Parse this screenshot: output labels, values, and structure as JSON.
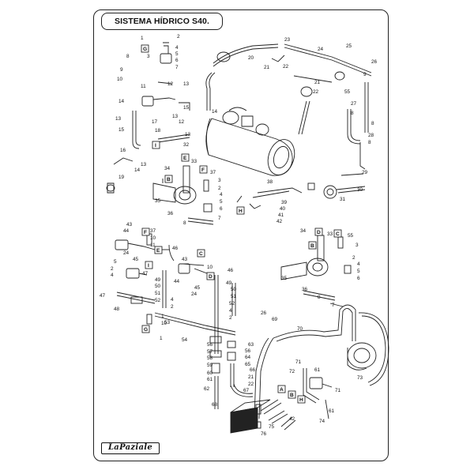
{
  "document": {
    "title": "SISTEMA HÍDRICO S40.",
    "logo_text": "LaPaziale"
  },
  "callouts": [
    {
      "id": "c1",
      "n": "1"
    },
    {
      "id": "c2",
      "n": "2"
    },
    {
      "id": "c3",
      "n": "3"
    },
    {
      "id": "c4",
      "n": "4"
    },
    {
      "id": "c5",
      "n": "5"
    },
    {
      "id": "c6",
      "n": "6"
    },
    {
      "id": "c7",
      "n": "7"
    },
    {
      "id": "c8",
      "n": "8"
    },
    {
      "id": "c9",
      "n": "9"
    },
    {
      "id": "c10",
      "n": "10"
    },
    {
      "id": "c11",
      "n": "11"
    },
    {
      "id": "c12",
      "n": "12"
    },
    {
      "id": "c13",
      "n": "13"
    },
    {
      "id": "c14",
      "n": "14"
    },
    {
      "id": "c15",
      "n": "15"
    },
    {
      "id": "c16",
      "n": "16"
    },
    {
      "id": "c17",
      "n": "17"
    },
    {
      "id": "c18",
      "n": "18"
    },
    {
      "id": "c19",
      "n": "19"
    },
    {
      "id": "c20",
      "n": "20"
    },
    {
      "id": "c21",
      "n": "21"
    },
    {
      "id": "c22",
      "n": "22"
    },
    {
      "id": "c23",
      "n": "23"
    },
    {
      "id": "c24",
      "n": "24"
    },
    {
      "id": "c25",
      "n": "25"
    },
    {
      "id": "c26",
      "n": "26"
    },
    {
      "id": "c27",
      "n": "27"
    },
    {
      "id": "c28",
      "n": "28"
    },
    {
      "id": "c29",
      "n": "29"
    },
    {
      "id": "c30",
      "n": "30"
    },
    {
      "id": "c31",
      "n": "31"
    },
    {
      "id": "c32",
      "n": "32"
    },
    {
      "id": "c33",
      "n": "33"
    },
    {
      "id": "c34",
      "n": "34"
    },
    {
      "id": "c35",
      "n": "35"
    },
    {
      "id": "c36",
      "n": "36"
    },
    {
      "id": "c37",
      "n": "37"
    },
    {
      "id": "c38",
      "n": "38"
    },
    {
      "id": "c39",
      "n": "39"
    },
    {
      "id": "c40",
      "n": "40"
    },
    {
      "id": "c41",
      "n": "41"
    },
    {
      "id": "c42",
      "n": "42"
    },
    {
      "id": "c43",
      "n": "43"
    },
    {
      "id": "c44",
      "n": "44"
    },
    {
      "id": "c45",
      "n": "45"
    },
    {
      "id": "c46",
      "n": "46"
    },
    {
      "id": "c47",
      "n": "47"
    },
    {
      "id": "c48",
      "n": "48"
    },
    {
      "id": "c49",
      "n": "49"
    },
    {
      "id": "c50",
      "n": "50"
    },
    {
      "id": "c51",
      "n": "51"
    },
    {
      "id": "c52",
      "n": "52"
    },
    {
      "id": "c53",
      "n": "53"
    },
    {
      "id": "c54",
      "n": "54"
    },
    {
      "id": "c55",
      "n": "55"
    },
    {
      "id": "c56",
      "n": "56"
    },
    {
      "id": "c57",
      "n": "57"
    },
    {
      "id": "c58",
      "n": "58"
    },
    {
      "id": "c59",
      "n": "59"
    },
    {
      "id": "c60",
      "n": "60"
    },
    {
      "id": "c61",
      "n": "61"
    },
    {
      "id": "c62",
      "n": "62"
    },
    {
      "id": "c63",
      "n": "63"
    },
    {
      "id": "c64",
      "n": "64"
    },
    {
      "id": "c65",
      "n": "65"
    },
    {
      "id": "c66",
      "n": "66"
    },
    {
      "id": "c67",
      "n": "67"
    },
    {
      "id": "c68",
      "n": "68"
    },
    {
      "id": "c69",
      "n": "69"
    },
    {
      "id": "c70",
      "n": "70"
    },
    {
      "id": "c71",
      "n": "71"
    },
    {
      "id": "c72",
      "n": "72"
    },
    {
      "id": "c73",
      "n": "73"
    },
    {
      "id": "c74",
      "n": "74"
    },
    {
      "id": "c75",
      "n": "75"
    },
    {
      "id": "c76",
      "n": "76"
    }
  ],
  "connector_labels": [
    "A",
    "B",
    "C",
    "D",
    "E",
    "F",
    "G",
    "H",
    "I"
  ]
}
